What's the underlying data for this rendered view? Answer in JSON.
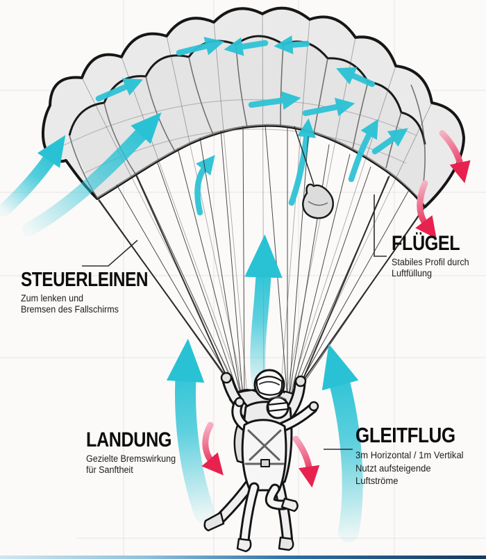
{
  "annotations": {
    "steuerleinen": {
      "title": "STEUERLEINEN",
      "description": [
        "Zum lenken und",
        "Bremsen des Fallschirms"
      ]
    },
    "fluegel": {
      "title": "FLÜGEL",
      "description": [
        "Stabiles Profil durch",
        "Luftfüllung"
      ]
    },
    "landung": {
      "title": "LANDUNG",
      "description": [
        "Gezielte Bremswirkung",
        "für Sanftheit"
      ]
    },
    "gleitflug": {
      "title": "GLEITFLUG",
      "description": [
        "3m Horizontal / 1m Vertikal",
        "Nutzt aufsteigende",
        "Luftströme"
      ]
    }
  },
  "colors": {
    "airflow_cyan": "#29C2D5",
    "descent_red": "#E7224E",
    "canopy_gray": "#EAEAEA",
    "outline_dark": "#161616",
    "background": "#FBFAF8",
    "footer_bar_left": "#CFE6F2",
    "footer_bar_right": "#16395C"
  },
  "glyphs": {
    "airflow_arrow": "cyan-curved-arrow",
    "descent_arrow": "red-curved-arrow"
  }
}
